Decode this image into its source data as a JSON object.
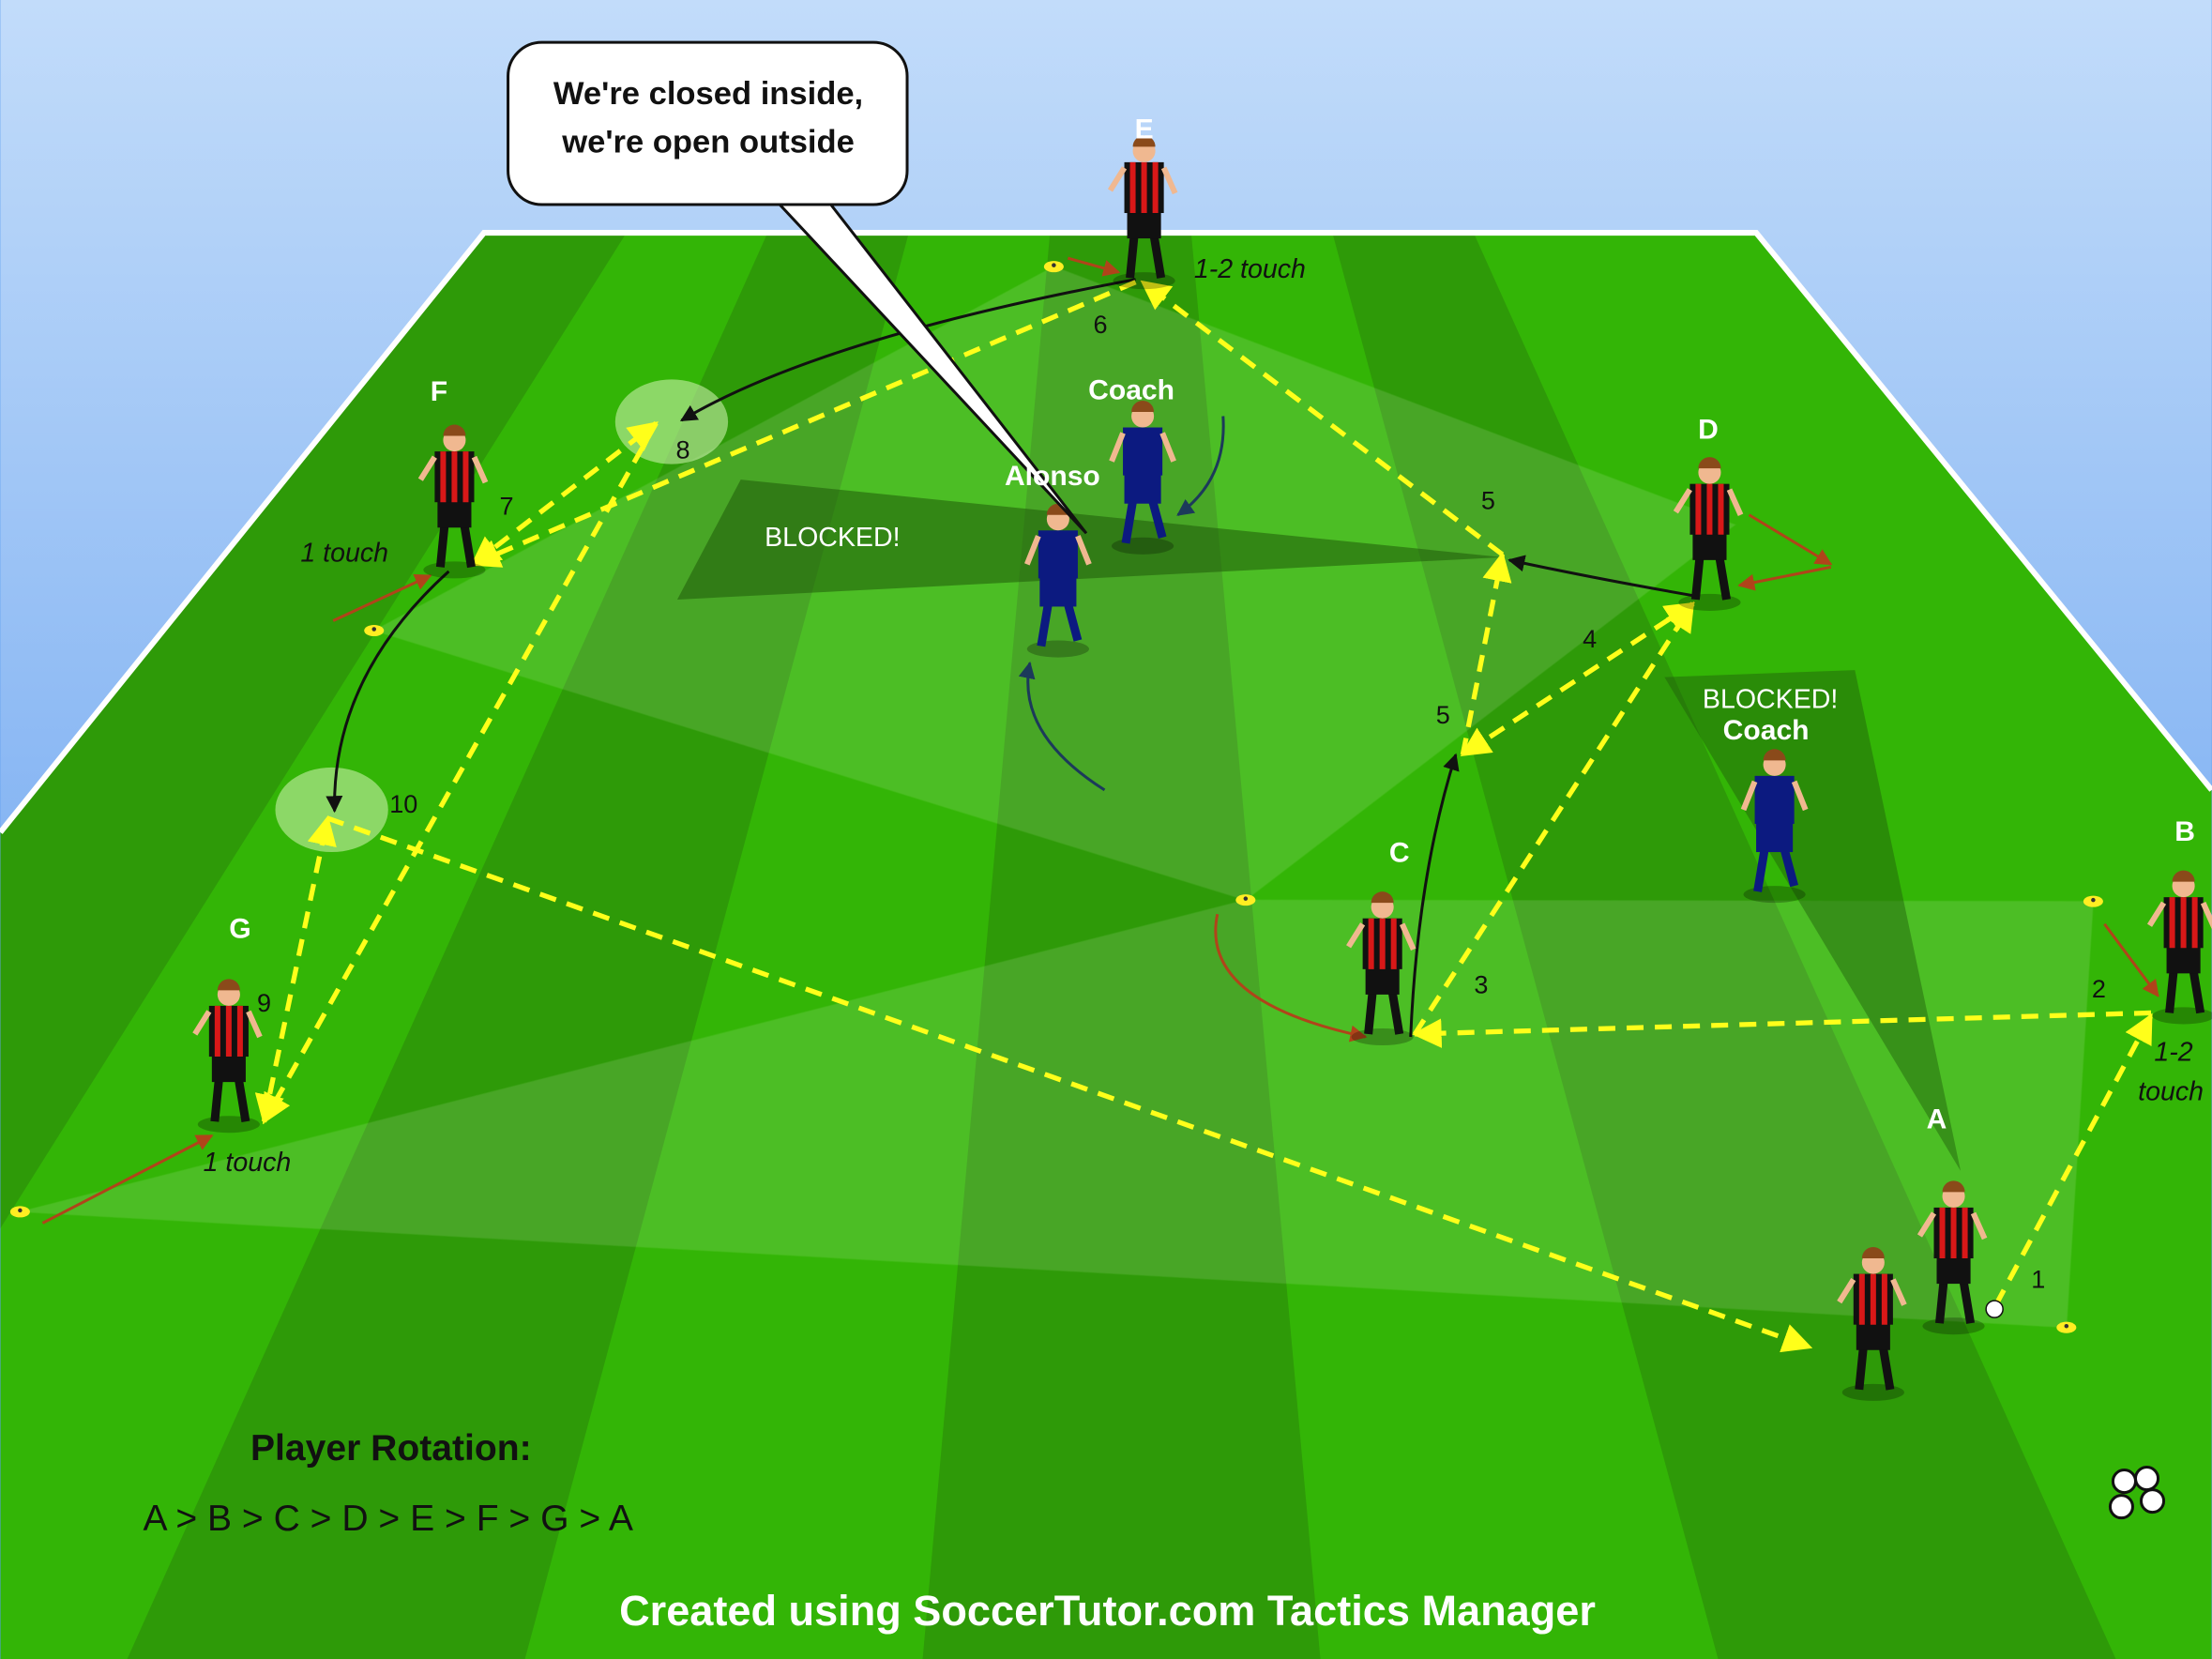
{
  "colors": {
    "sky_top": "#c2dcfa",
    "sky_bottom": "#4d90ec",
    "grass_light": "#33b506",
    "grass_dark": "#2e9a08",
    "pass": "#ffff1a",
    "team": "#d81818",
    "opponent": "#0c1a80"
  },
  "callout": {
    "line1": "We're closed inside,",
    "line2": "we're open outside"
  },
  "players": {
    "A": "A",
    "B": "B",
    "C": "C",
    "D": "D",
    "E": "E",
    "F": "F",
    "G": "G"
  },
  "defenders": {
    "coach_top": "Coach",
    "alonso": "Alonso",
    "coach_right": "Coach"
  },
  "blocked": {
    "left": "BLOCKED!",
    "right": "BLOCKED!"
  },
  "touch_notes": {
    "E": "1-2 touch",
    "F": "1 touch",
    "G": "1 touch",
    "B_line1": "1-2",
    "B_line2": "touch"
  },
  "pass_numbers": [
    "1",
    "2",
    "3",
    "4",
    "5",
    "5",
    "6",
    "7",
    "8",
    "9",
    "10"
  ],
  "rotation": {
    "title": "Player Rotation:",
    "sequence": "A > B > C > D > E > F > G > A"
  },
  "footer": {
    "credit": "Created using SoccerTutor.com Tactics Manager"
  },
  "icons": [
    "soccer-balls-icon",
    "cone-icon"
  ]
}
